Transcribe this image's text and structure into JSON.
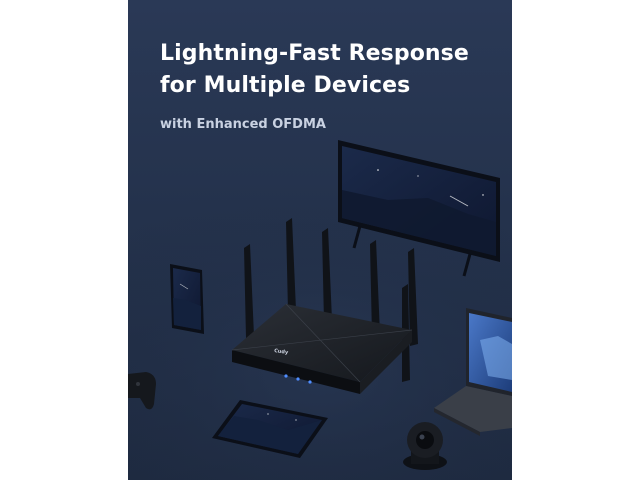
{
  "hero": {
    "headline_line1": "Lightning-Fast Response",
    "headline_line2": "for Multiple Devices",
    "subheadline": "with Enhanced OFDMA"
  },
  "router": {
    "brand_label": "Cudy"
  },
  "colors": {
    "background": "#24324c",
    "headline": "#ffffff",
    "subheadline": "#c9d2e2",
    "router_led": "#4f8dff"
  },
  "devices": [
    "tv-icon",
    "smartphone-icon",
    "router-icon",
    "tablet-icon",
    "laptop-icon",
    "game-controller-icon",
    "security-camera-icon"
  ]
}
